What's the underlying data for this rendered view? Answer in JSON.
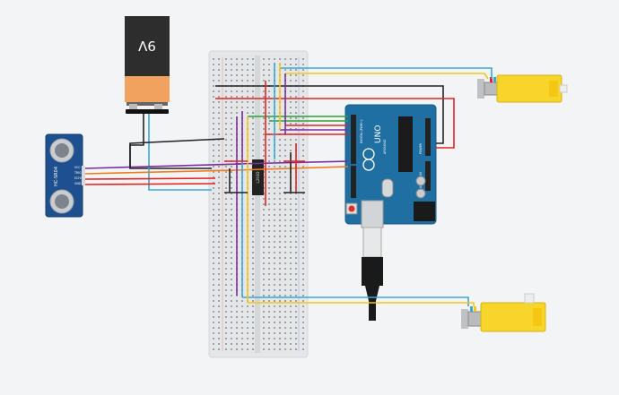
{
  "battery": {
    "label": "9V"
  },
  "sensor": {
    "model": "HC-SR04",
    "pins": [
      "VCC",
      "TRIG",
      "ECHO",
      "GND"
    ]
  },
  "arduino": {
    "brand_small": "ARDUINO",
    "model": "UNO",
    "digital_label": "DIGITAL (PWM~)",
    "power_label": "POWER",
    "analog_label": "ANALOG IN",
    "reset_label": "RESET"
  },
  "driver_chip": {
    "label": "L293D"
  },
  "colors": {
    "background": "#f3f4f6",
    "wire_red": "#e02424",
    "wire_black": "#222222",
    "wire_yellow": "#f5c518",
    "wire_blue": "#3aa6d8",
    "wire_green": "#2e9e3a",
    "wire_purple": "#7a2fa0",
    "wire_orange": "#ef7d1d",
    "arduino_blue": "#1f6fa3",
    "motor_yellow": "#f7d52a"
  }
}
